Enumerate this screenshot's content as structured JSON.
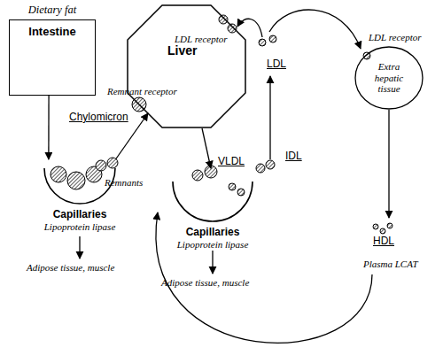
{
  "diagram": {
    "nodes": [
      {
        "text": [
          "Dietary fat",
          "Intestine"
        ]
      },
      {
        "text": [
          "Liver"
        ]
      },
      {
        "text": [
          "Extra hepatic tissue"
        ]
      },
      {
        "text": [
          "Capillaries",
          "Lipoprotein lipase"
        ]
      },
      {
        "text": [
          "Capillaries",
          "Lipoprotein lipase"
        ]
      }
    ],
    "edges": [
      {
        "from": 0,
        "to": 3,
        "arrow": "to"
      },
      {
        "from": 3,
        "to": 1,
        "arrow": "to"
      },
      {
        "from": 1,
        "to": 4,
        "arrow": "to"
      }
    ],
    "labels": [
      "LDL receptor",
      "Remnant receptor",
      "LDL",
      "LDL receptor",
      "Chylomicron",
      "VLDL",
      "IDL",
      "Remnants",
      "HDL",
      "Adipose tissue, muscle",
      "Adipose tissue, muscle",
      "Plasma LCAT"
    ]
  }
}
